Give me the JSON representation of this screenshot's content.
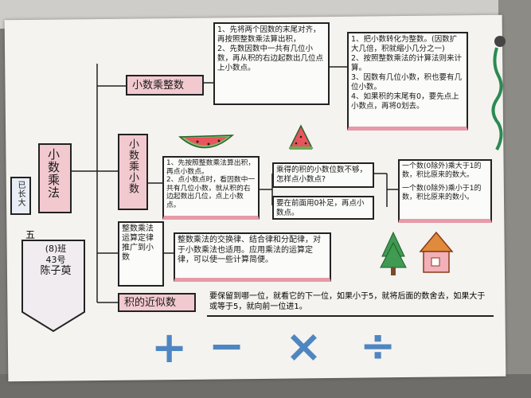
{
  "title_vertical": "小数乘法",
  "badge_left": "已长大",
  "grade_label": "五",
  "student": {
    "class_line": "(8)班",
    "number_line": "43号",
    "name_line": "陈子萸"
  },
  "branch1": {
    "label": "小数乘整数",
    "method_text": "1、先将两个因数的末尾对齐，再按照整数乘法算出积，\n2、先数因数中一共有几位小数，再从积的右边起数出几位点上小数点。",
    "summary_text": "1、把小数转化为整数。(因数扩大几倍，积就缩小几分之一)\n2、按照整数乘法的计算法则来计算。\n3、因数有几位小数，积也要有几位小数。\n4、如果积的末尾有0，要先点上小数点，再将0划去。"
  },
  "branch2": {
    "label": "小数乘小数",
    "method_text": "1、先按照整数乘法算出积，再点小数点。\n2、点小数点时，看因数中一共有几位小数，就从积的右边起数出几位，点上小数点。",
    "q1": "乘得的积的小数位数不够，怎样点小数点?",
    "q2": "要在前面用0补足，再点小数点。",
    "r1": "一个数(0除外)乘大于1的数，积比原来的数大。",
    "r2": "一个数(0除外)乘小于1的数，积比原来的数小。"
  },
  "branch3": {
    "label": "整数乘法运算定律推广到小数",
    "text": "整数乘法的交换律、结合律和分配律，对于小数乘法也适用。应用乘法的运算定律，可以使一些计算简便。"
  },
  "branch4": {
    "label": "积的近似数",
    "text": "要保留到哪一位，就看它的下一位，如果小于5，就将后面的数舍去，如果大于或等于5，就向前一位进1。"
  },
  "symbols": [
    "+",
    "−",
    "×",
    "÷"
  ],
  "colors": {
    "pink": "#f2c9cf",
    "blue": "#4f86c2",
    "green": "#3f9a52",
    "red": "#c94a3b",
    "orange": "#e08a3c"
  }
}
